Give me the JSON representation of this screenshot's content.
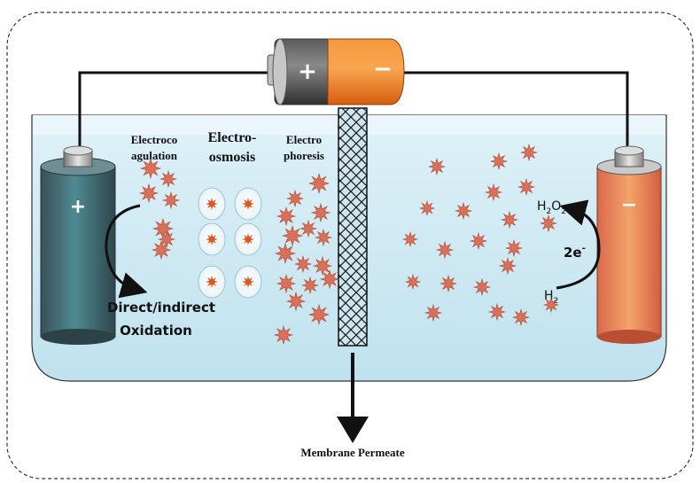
{
  "battery": {
    "plus": "+",
    "minus": "−"
  },
  "anode": {
    "sign": "+"
  },
  "cathode": {
    "sign": "−"
  },
  "labels": {
    "electrocoagulation_1": "Electroco",
    "electrocoagulation_2": "agulation",
    "electroosmosis_1": "Electro-",
    "electroosmosis_2": "osmosis",
    "electrophoresis_1": "Electro",
    "electrophoresis_2": "phoresis",
    "oxidation_1": "Direct/indirect",
    "oxidation_2": "Oxidation",
    "permeate": "Membrane Permeate",
    "two_e": "2e",
    "two_e_sup": "-"
  },
  "species": {
    "h2o2": {
      "h": "H",
      "sub1": "2",
      "o": "O",
      "sub2": "2"
    },
    "h2": {
      "h": "H",
      "sub": "2"
    }
  },
  "colors": {
    "water": "#cfe9f3",
    "particle": "#d9705a",
    "battery_orange": "#f07a1c",
    "anode": "#3e6a73",
    "cathode": "#ec8456"
  }
}
